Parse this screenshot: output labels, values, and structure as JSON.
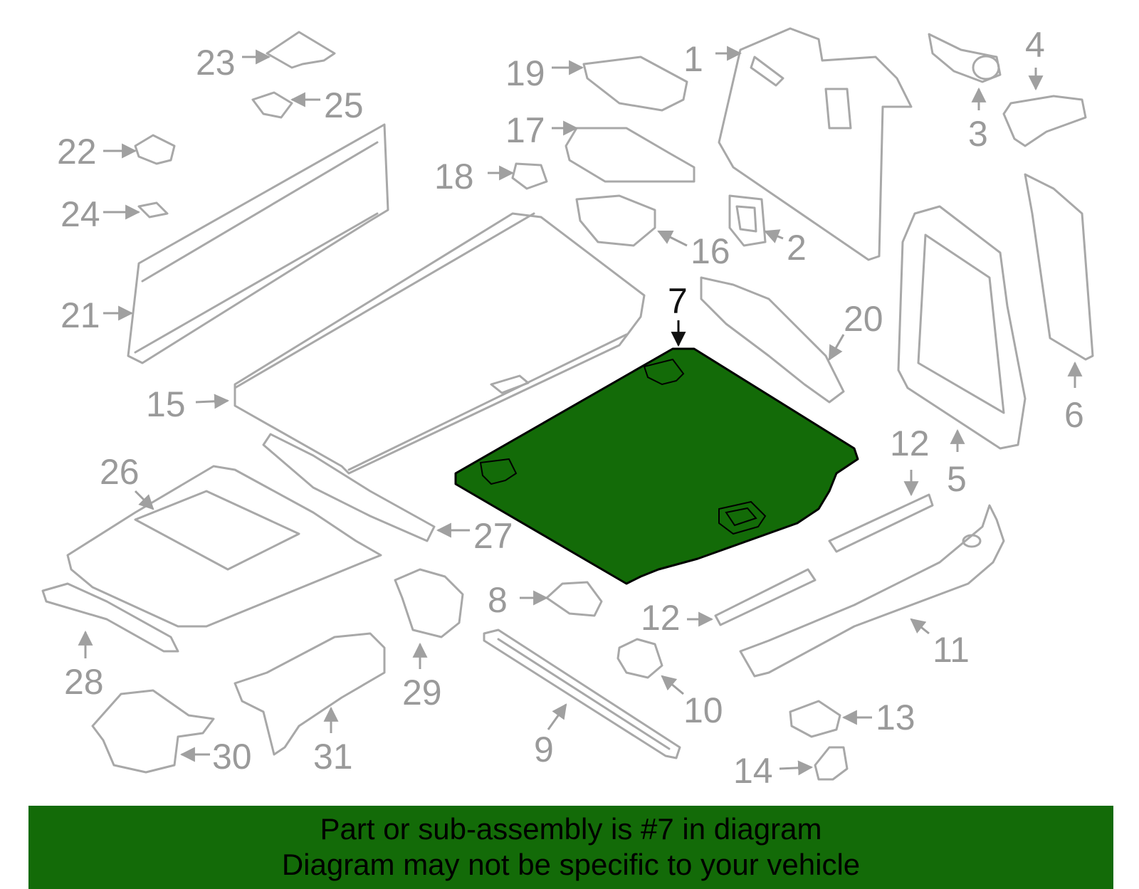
{
  "diagram": {
    "highlight_color": "#136b08",
    "line_color": "#a8a8a8",
    "highlighted_part": "7",
    "callouts": [
      "1",
      "2",
      "3",
      "4",
      "5",
      "6",
      "7",
      "8",
      "9",
      "10",
      "11",
      "12",
      "12",
      "13",
      "14",
      "15",
      "16",
      "17",
      "18",
      "19",
      "20",
      "21",
      "22",
      "23",
      "24",
      "25",
      "26",
      "27",
      "28",
      "29",
      "30",
      "31"
    ]
  },
  "banner": {
    "line1": "Part or sub-assembly is #7 in diagram",
    "line2": "Diagram may not be specific to your vehicle",
    "background": "#136b08"
  }
}
